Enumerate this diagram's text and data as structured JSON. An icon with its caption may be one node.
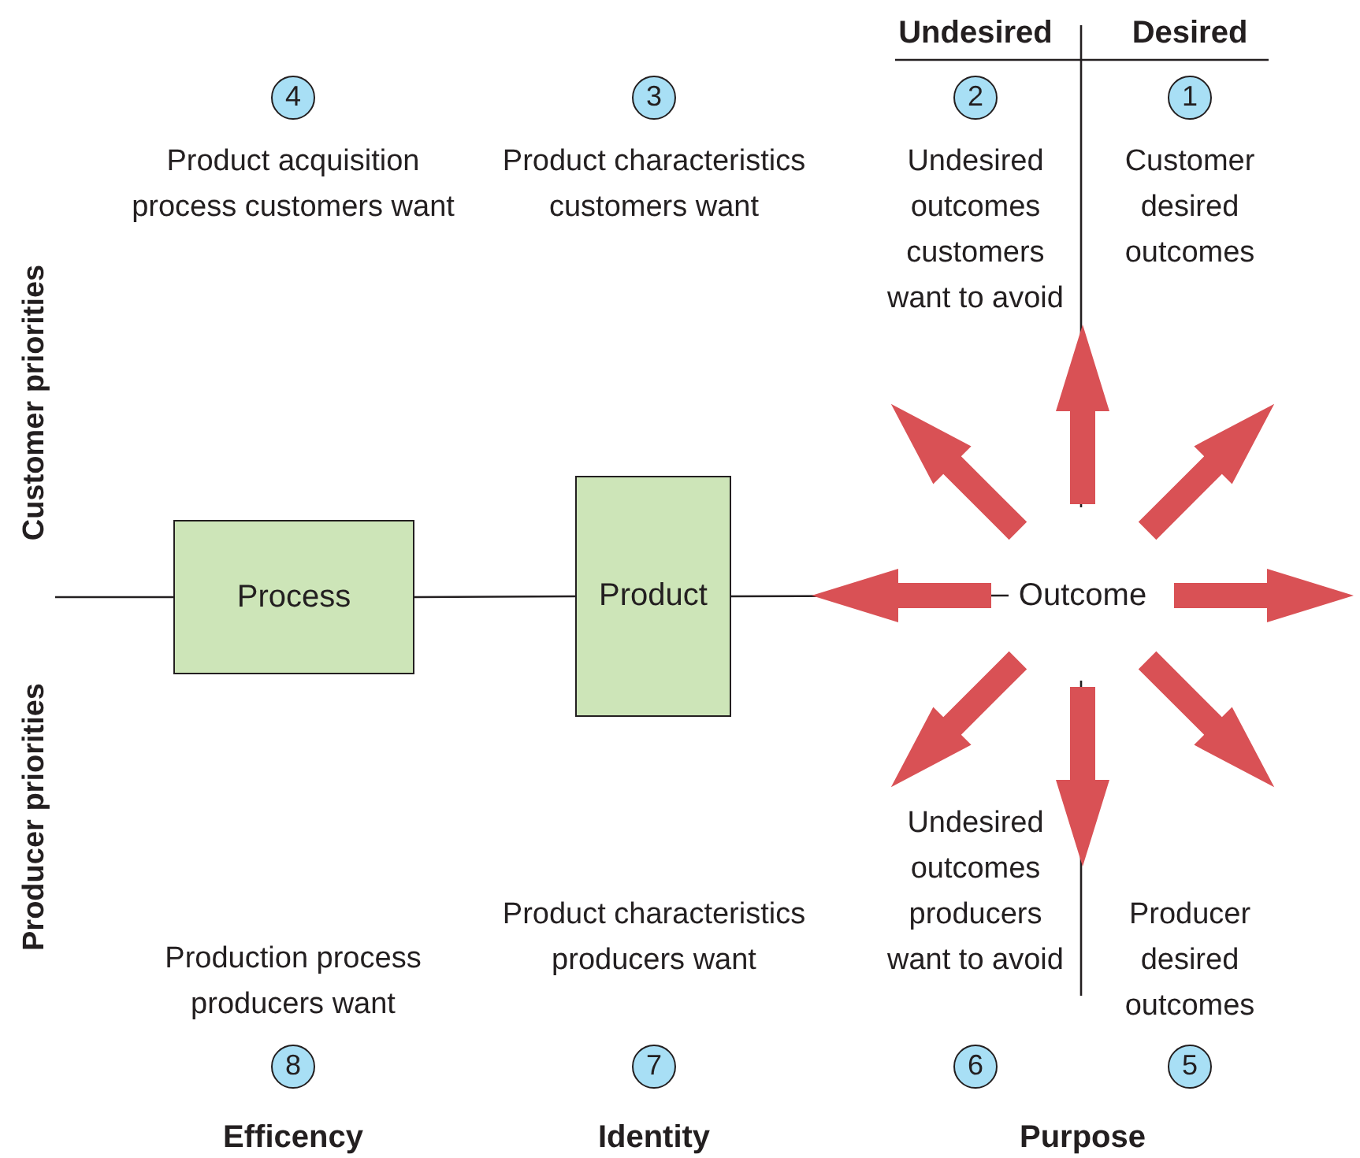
{
  "diagram": {
    "nodes": [
      {
        "text": [
          "Process"
        ]
      },
      {
        "text": [
          "Product"
        ]
      },
      {
        "text": [
          "Outcome"
        ]
      }
    ],
    "edges": [
      {
        "from": null,
        "to": 0,
        "arrow": "none"
      },
      {
        "from": 0,
        "to": 1,
        "arrow": "none"
      },
      {
        "from": 1,
        "to": 2,
        "arrow": "none"
      }
    ],
    "labels": [
      "Undesired",
      "Desired",
      "4",
      "3",
      "2",
      "1",
      "Product acquisition process customers want",
      "Product characteristics customers want",
      "Undesired outcomes customers want to avoid",
      "Customer desired outcomes",
      "Customer priorities",
      "Producer priorities",
      "Undesired outcomes producers want to avoid",
      "Product characteristics producers want",
      "Production process producers want",
      "Producer desired outcomes",
      "8",
      "7",
      "6",
      "5",
      "Efficency",
      "Identity",
      "Purpose"
    ]
  }
}
